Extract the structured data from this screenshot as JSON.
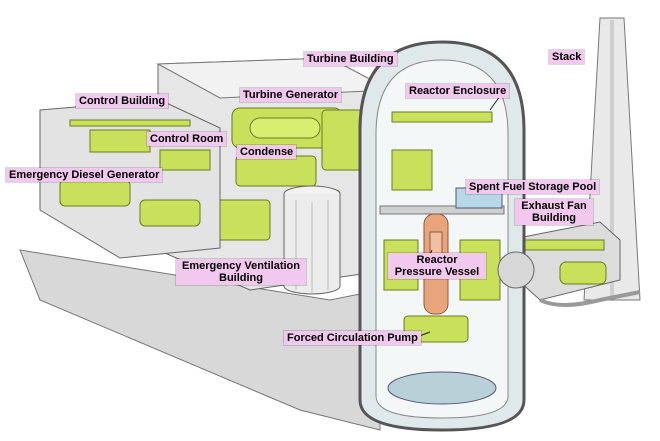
{
  "diagram": {
    "palette": {
      "equipment": "#c8e05a",
      "equipment_edge": "#6b7a20",
      "structure": "#e6e6e6",
      "structure_edge": "#666666",
      "label_bg": "#f2c8ee",
      "core": "#e8a47a"
    },
    "labels": {
      "turbine_building": "Turbine Building",
      "stack": "Stack",
      "control_building": "Control Building",
      "turbine_generator": "Turbine Generator",
      "reactor_enclosure": "Reactor Enclosure",
      "control_room": "Control Room",
      "condense": "Condense",
      "emergency_diesel_generator": "Emergency Diesel Generator",
      "spent_fuel_storage_pool": "Spent Fuel Storage Pool",
      "exhaust_fan_line1": "Exhaust Fan",
      "exhaust_fan_line2": "Building",
      "reactor_line1": "Reactor",
      "reactor_line2": "Pressure Vessel",
      "emergency_ventilation_line1": "Emergency Ventilation",
      "emergency_ventilation_line2": "Building",
      "forced_circulation_pump": "Forced Circulation Pump"
    }
  }
}
